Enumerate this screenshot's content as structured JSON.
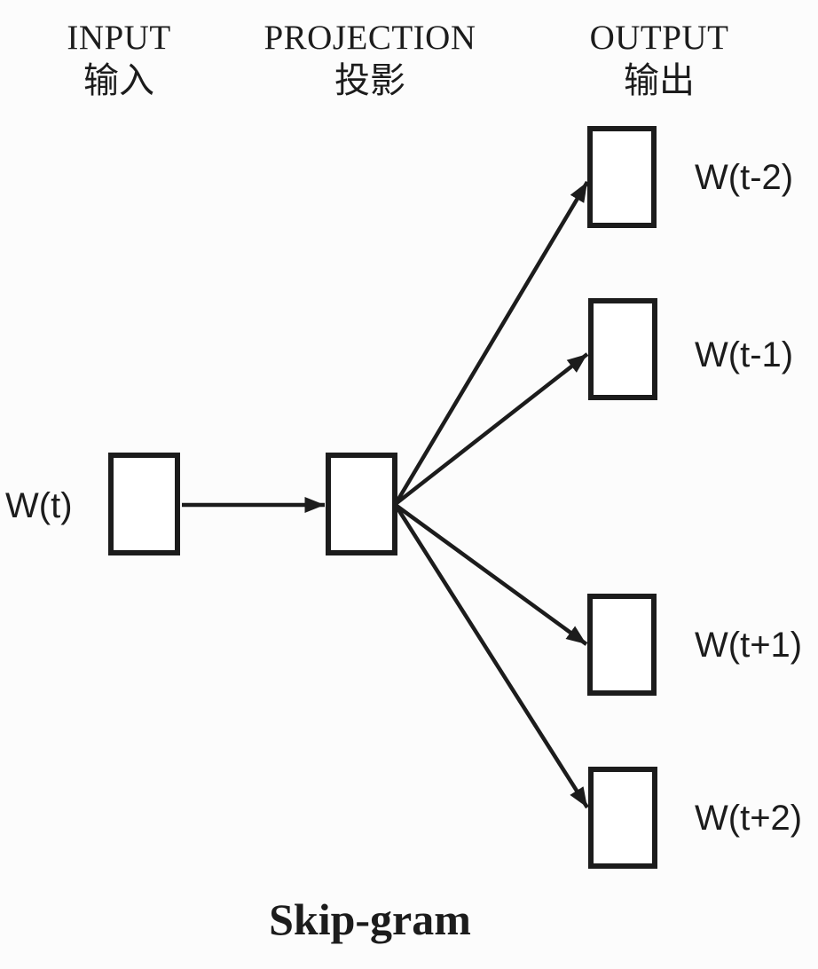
{
  "colors": {
    "ink": "#1c1c1c",
    "bg": "#fcfcfc"
  },
  "headers": {
    "input": {
      "en": "INPUT",
      "zh": "输入"
    },
    "projection": {
      "en": "PROJECTION",
      "zh": "投影"
    },
    "output": {
      "en": "OUTPUT",
      "zh": "输出"
    }
  },
  "nodes": {
    "input_label": "W(t)",
    "outputs": [
      "W(t-2)",
      "W(t-1)",
      "W(t+1)",
      "W(t+2)"
    ]
  },
  "caption": "Skip-gram"
}
